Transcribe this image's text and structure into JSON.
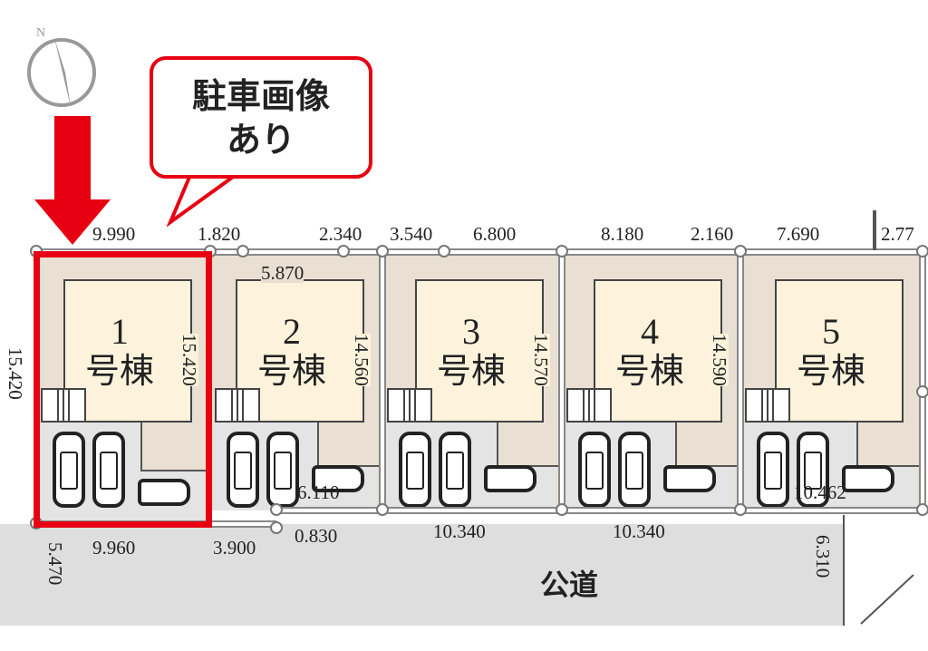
{
  "callout": {
    "line1": "駐車画像",
    "line2": "あり",
    "border_color": "#e60012"
  },
  "compass": {
    "icon": "north-compass-icon",
    "label": "N"
  },
  "arrow": {
    "icon": "down-arrow-icon",
    "color": "#e60012"
  },
  "lots": [
    {
      "number": "1",
      "label": "号棟",
      "depth": "15.420",
      "highlighted": true
    },
    {
      "number": "2",
      "label": "号棟",
      "depth": "14.560"
    },
    {
      "number": "3",
      "label": "号棟",
      "depth": "14.570"
    },
    {
      "number": "4",
      "label": "号棟",
      "depth": "14.590"
    },
    {
      "number": "5",
      "label": "号棟",
      "depth": ""
    }
  ],
  "dimensions": {
    "top": [
      "9.990",
      "1.820",
      "2.340",
      "3.540",
      "6.800",
      "8.180",
      "2.160",
      "7.690",
      "2.77"
    ],
    "inner_top": "5.870",
    "left_side": "15.420",
    "lot2_bottom": "6.110",
    "lot5_bottom": "10.462",
    "corner": "0.830",
    "bottom": [
      "9.960",
      "3.900",
      "10.340",
      "10.340"
    ],
    "road_left": "5.470",
    "road_right": "6.310"
  },
  "road": {
    "label": "公道"
  }
}
